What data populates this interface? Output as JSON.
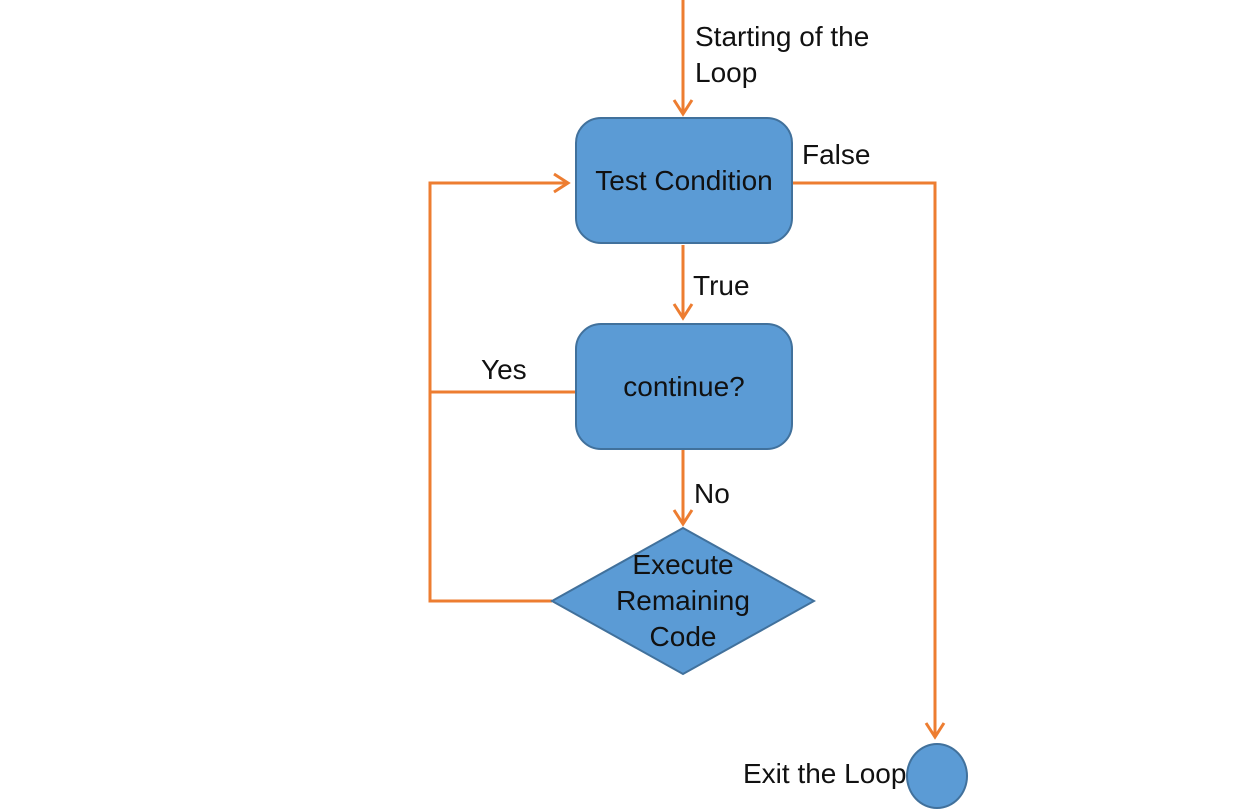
{
  "colors": {
    "node_fill": "#5B9BD5",
    "node_border": "#41719C",
    "connector": "#ED7D31",
    "text": "#111111",
    "background": "#FFFFFF"
  },
  "flowchart": {
    "start_label": "Starting of the Loop",
    "nodes": {
      "test_condition": {
        "label": "Test Condition",
        "type": "process"
      },
      "continue_check": {
        "label": "continue?",
        "type": "process"
      },
      "execute_remaining": {
        "label": "Execute Remaining Code",
        "type": "decision"
      },
      "exit_terminator": {
        "label": "Exit the Loop",
        "type": "terminator"
      }
    },
    "edges": {
      "false_label": "False",
      "true_label": "True",
      "yes_label": "Yes",
      "no_label": "No"
    }
  }
}
